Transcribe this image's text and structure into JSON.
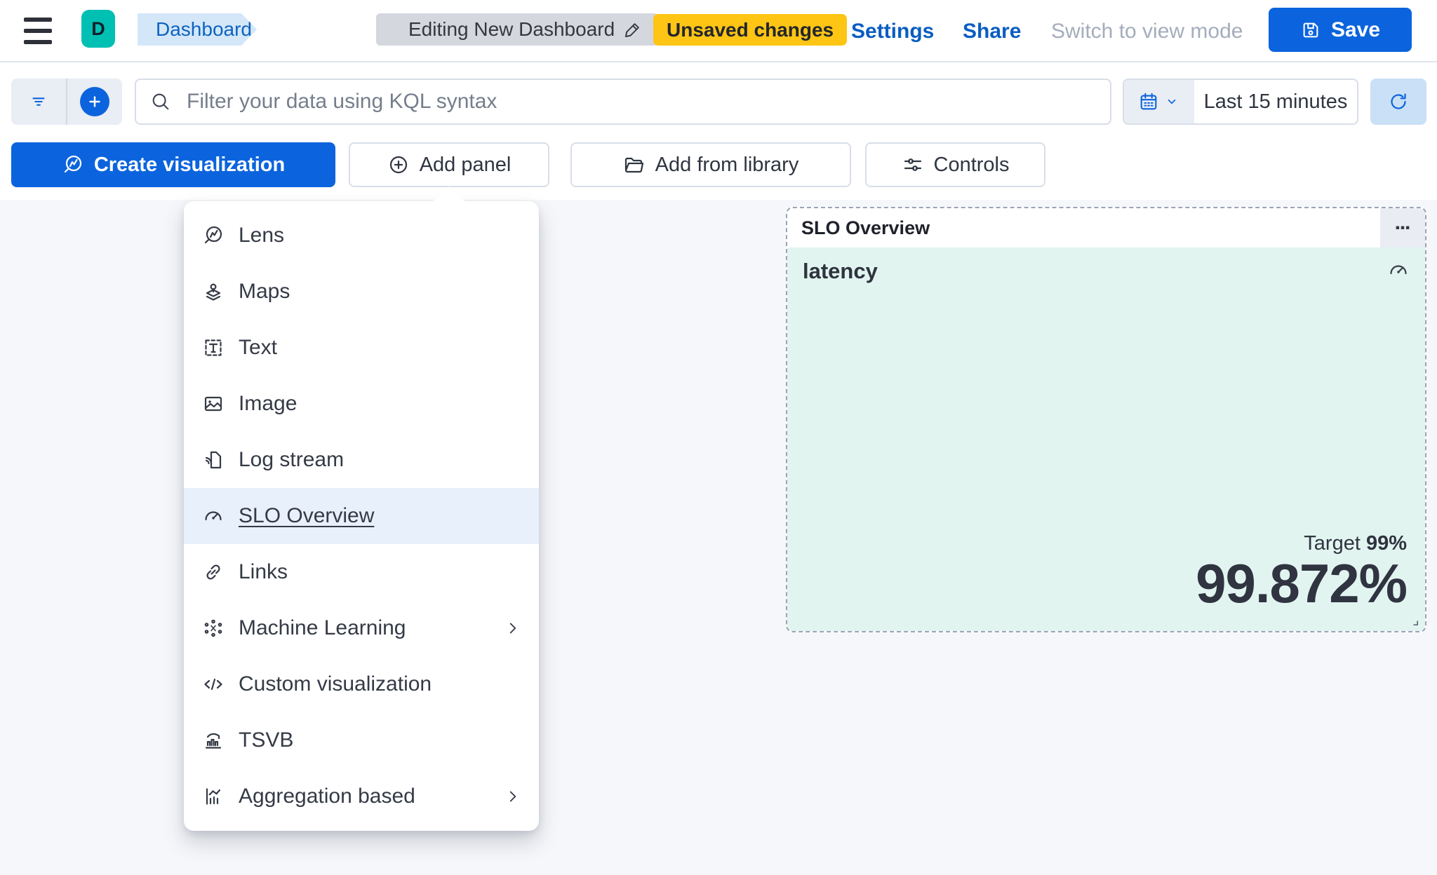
{
  "header": {
    "logo_letter": "D",
    "breadcrumbs": {
      "root": "Dashboard",
      "current": "Editing New Dashboard"
    },
    "badge": "Unsaved changes",
    "settings_label": "Settings",
    "share_label": "Share",
    "view_mode_label": "Switch to view mode",
    "save_label": "Save"
  },
  "query_bar": {
    "search_placeholder": "Filter your data using KQL syntax",
    "time_range": "Last 15 minutes"
  },
  "toolbar": {
    "create_visualization_label": "Create visualization",
    "add_panel_label": "Add panel",
    "add_from_library_label": "Add from library",
    "controls_label": "Controls"
  },
  "add_panel_menu": {
    "items": [
      {
        "label": "Lens",
        "icon": "lens-icon",
        "selected": false,
        "submenu": false
      },
      {
        "label": "Maps",
        "icon": "maps-icon",
        "selected": false,
        "submenu": false
      },
      {
        "label": "Text",
        "icon": "text-icon",
        "selected": false,
        "submenu": false
      },
      {
        "label": "Image",
        "icon": "image-icon",
        "selected": false,
        "submenu": false
      },
      {
        "label": "Log stream",
        "icon": "log-stream-icon",
        "selected": false,
        "submenu": false
      },
      {
        "label": "SLO Overview",
        "icon": "gauge-icon",
        "selected": true,
        "submenu": false
      },
      {
        "label": "Links",
        "icon": "link-icon",
        "selected": false,
        "submenu": false
      },
      {
        "label": "Machine Learning",
        "icon": "machine-learning-icon",
        "selected": false,
        "submenu": true
      },
      {
        "label": "Custom visualization",
        "icon": "code-icon",
        "selected": false,
        "submenu": false
      },
      {
        "label": "TSVB",
        "icon": "tsvb-icon",
        "selected": false,
        "submenu": false
      },
      {
        "label": "Aggregation based",
        "icon": "aggregation-icon",
        "selected": false,
        "submenu": true
      }
    ]
  },
  "slo_panel": {
    "title": "SLO Overview",
    "slo_name": "latency",
    "target_label": "Target",
    "target_value": "99%",
    "value": "99.872%"
  },
  "colors": {
    "primary_blue": "#0b64dd",
    "link_blue": "#0a5dc2",
    "teal_logo": "#00bfb3",
    "amber_badge": "#fec514",
    "breadcrumb_blue_bg": "#d3e7f9",
    "breadcrumb_grey_bg": "#d4d7de",
    "menu_highlight": "#e8f1fb",
    "panel_mint": "#e2f4f0",
    "canvas_grey": "#f6f7fa"
  }
}
